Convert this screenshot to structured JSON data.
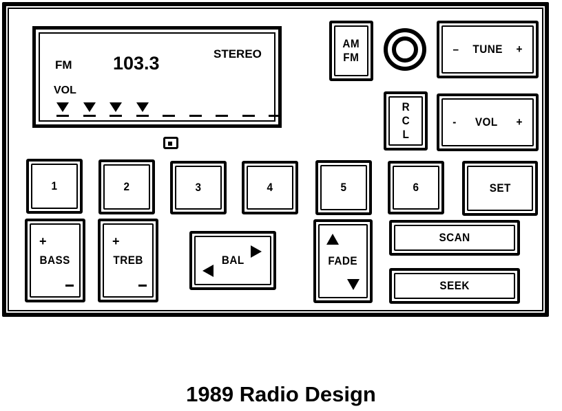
{
  "display": {
    "band": "FM",
    "frequency": "103.3",
    "stereo": "STEREO",
    "vol_label": "VOL",
    "volume_level": 4,
    "volume_max": 9
  },
  "buttons": {
    "am_fm": {
      "line1": "AM",
      "line2": "FM"
    },
    "tune": {
      "minus": "–",
      "label": "TUNE",
      "plus": "+"
    },
    "rcl": {
      "r": "R",
      "c": "C",
      "l": "L"
    },
    "vol": {
      "minus": "-",
      "label": "VOL",
      "plus": "+"
    },
    "presets": [
      "1",
      "2",
      "3",
      "4",
      "5",
      "6"
    ],
    "set": "SET",
    "bass": {
      "plus": "+",
      "label": "BASS"
    },
    "treb": {
      "plus": "+",
      "label": "TREB"
    },
    "bal": "BAL",
    "fade": "FADE",
    "scan": "SCAN",
    "seek": "SEEK"
  },
  "caption": "1989 Radio Design"
}
